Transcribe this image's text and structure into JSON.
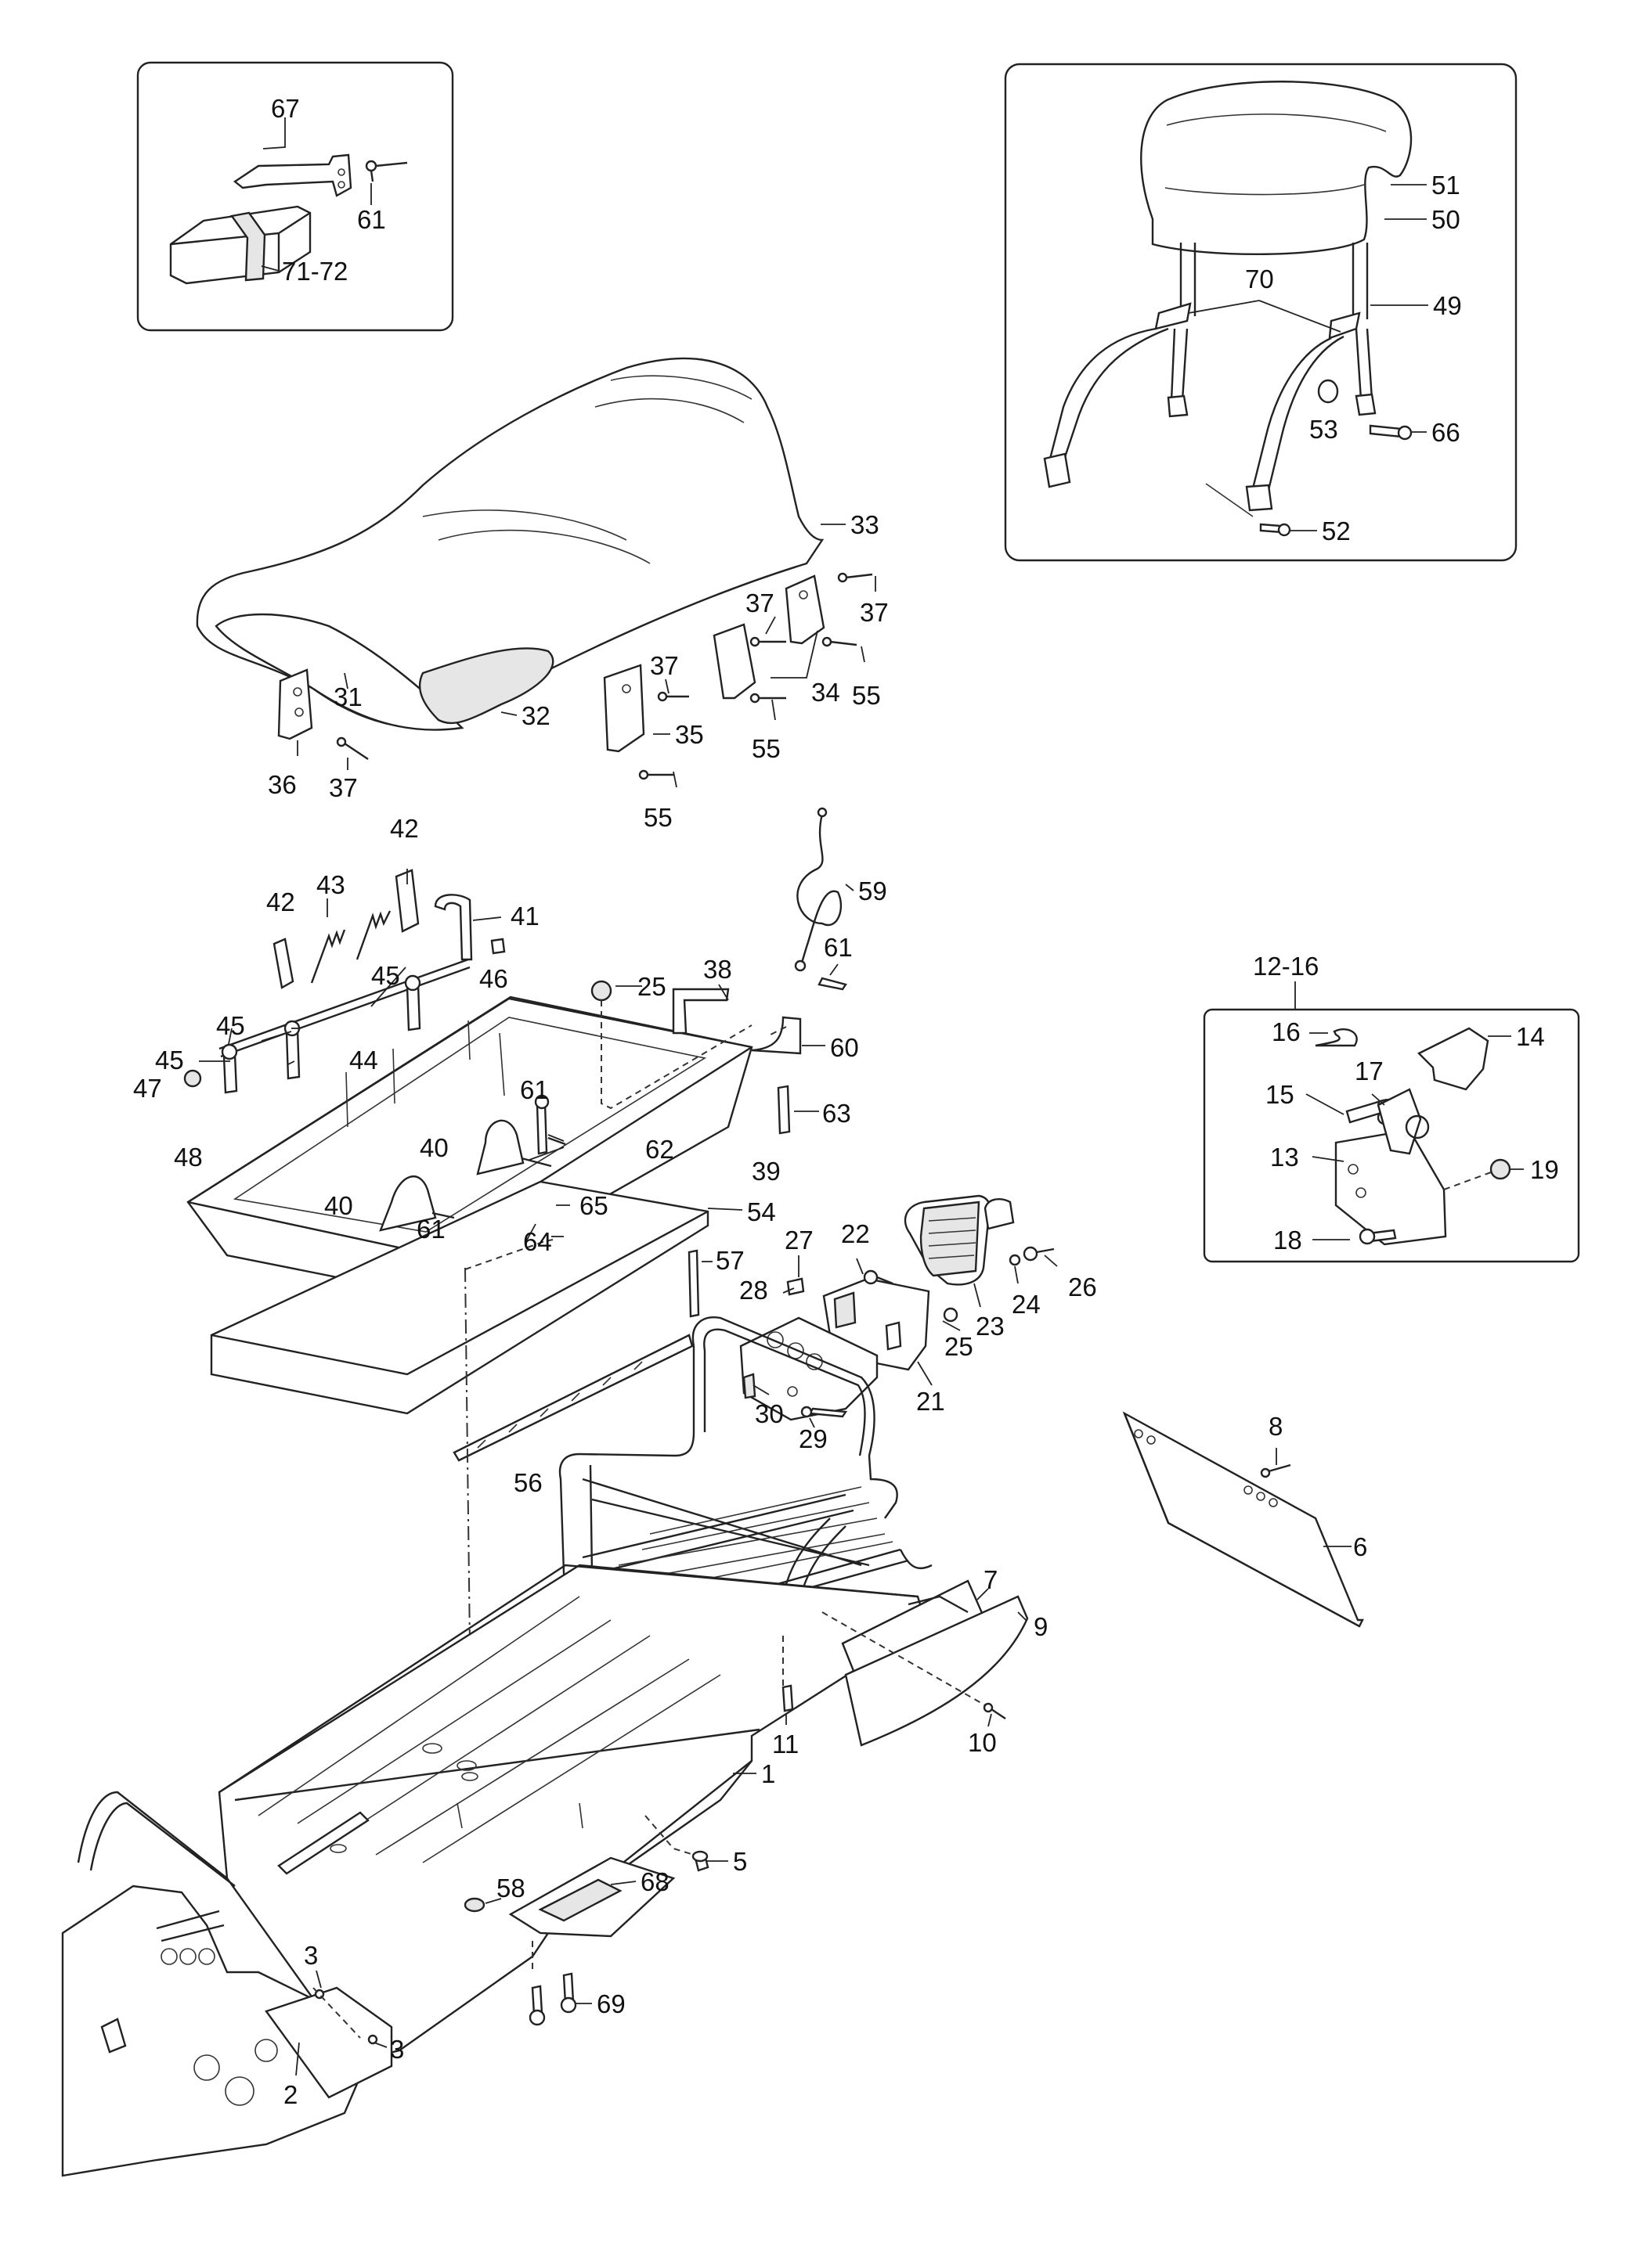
{
  "callouts": {
    "c1": "1",
    "c2": "2",
    "c3a": "3",
    "c3b": "3",
    "c5": "5",
    "c6": "6",
    "c7": "7",
    "c8": "8",
    "c9": "9",
    "c10": "10",
    "c11": "11",
    "c12_16": "12-16",
    "c13": "13",
    "c14": "14",
    "c15": "15",
    "c16": "16",
    "c17": "17",
    "c18": "18",
    "c19": "19",
    "c21": "21",
    "c22": "22",
    "c23": "23",
    "c24": "24",
    "c25a": "25",
    "c25b": "25",
    "c26": "26",
    "c27": "27",
    "c28": "28",
    "c29": "29",
    "c30": "30",
    "c31": "31",
    "c32": "32",
    "c33": "33",
    "c34": "34",
    "c35": "35",
    "c36": "36",
    "c37a": "37",
    "c37b": "37",
    "c37c": "37",
    "c37d": "37",
    "c38": "38",
    "c39": "39",
    "c40a": "40",
    "c40b": "40",
    "c41": "41",
    "c42a": "42",
    "c42b": "42",
    "c43": "43",
    "c44": "44",
    "c45a": "45",
    "c45b": "45",
    "c45c": "45",
    "c46": "46",
    "c47": "47",
    "c48": "48",
    "c49": "49",
    "c50": "50",
    "c51": "51",
    "c52": "52",
    "c53": "53",
    "c54": "54",
    "c55a": "55",
    "c55b": "55",
    "c55c": "55",
    "c56": "56",
    "c57": "57",
    "c58": "58",
    "c59": "59",
    "c60": "60",
    "c61a": "61",
    "c61b": "61",
    "c61c": "61",
    "c61d": "61",
    "c62": "62",
    "c63": "63",
    "c64": "64",
    "c65": "65",
    "c66": "66",
    "c67": "67",
    "c68": "68",
    "c69": "69",
    "c70": "70",
    "c71_72": "71-72"
  }
}
